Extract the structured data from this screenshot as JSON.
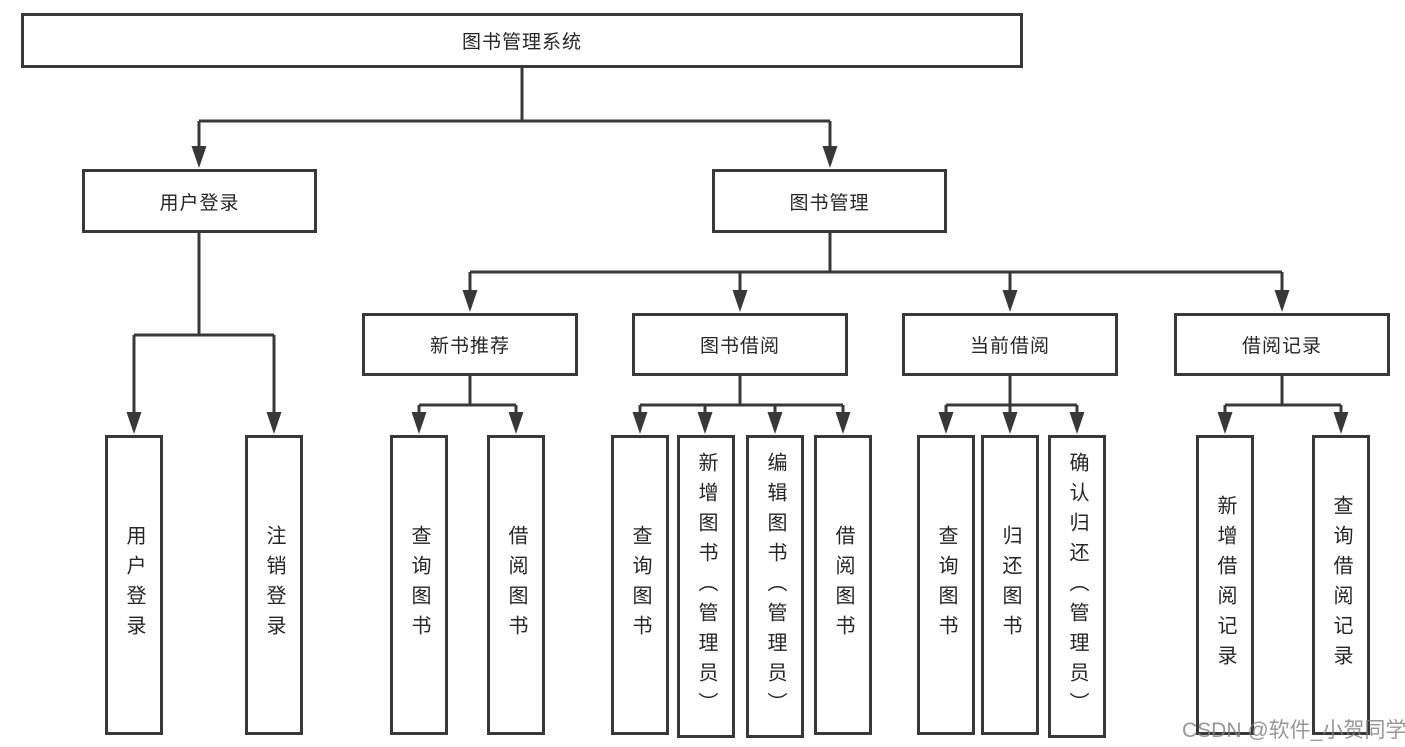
{
  "tree": {
    "root": {
      "label": "图书管理系统",
      "children": [
        {
          "label": "用户登录",
          "children": [
            {
              "label": "用户登录"
            },
            {
              "label": "注销登录"
            }
          ]
        },
        {
          "label": "图书管理",
          "children": [
            {
              "label": "新书推荐",
              "children": [
                {
                  "label": "查询图书"
                },
                {
                  "label": "借阅图书"
                }
              ]
            },
            {
              "label": "图书借阅",
              "children": [
                {
                  "label": "查询图书"
                },
                {
                  "label": "新增图书（管理员）"
                },
                {
                  "label": "编辑图书（管理员）"
                },
                {
                  "label": "借阅图书"
                }
              ]
            },
            {
              "label": "当前借阅",
              "children": [
                {
                  "label": "查询图书"
                },
                {
                  "label": "归还图书"
                },
                {
                  "label": "确认归还（管理员）"
                }
              ]
            },
            {
              "label": "借阅记录",
              "children": [
                {
                  "label": "新增借阅记录"
                },
                {
                  "label": "查询借阅记录"
                }
              ]
            }
          ]
        }
      ]
    }
  },
  "colors": {
    "line": "#383838",
    "text": "#262626",
    "background": "#ffffff"
  },
  "watermark": "CSDN @软件_小贺同学"
}
